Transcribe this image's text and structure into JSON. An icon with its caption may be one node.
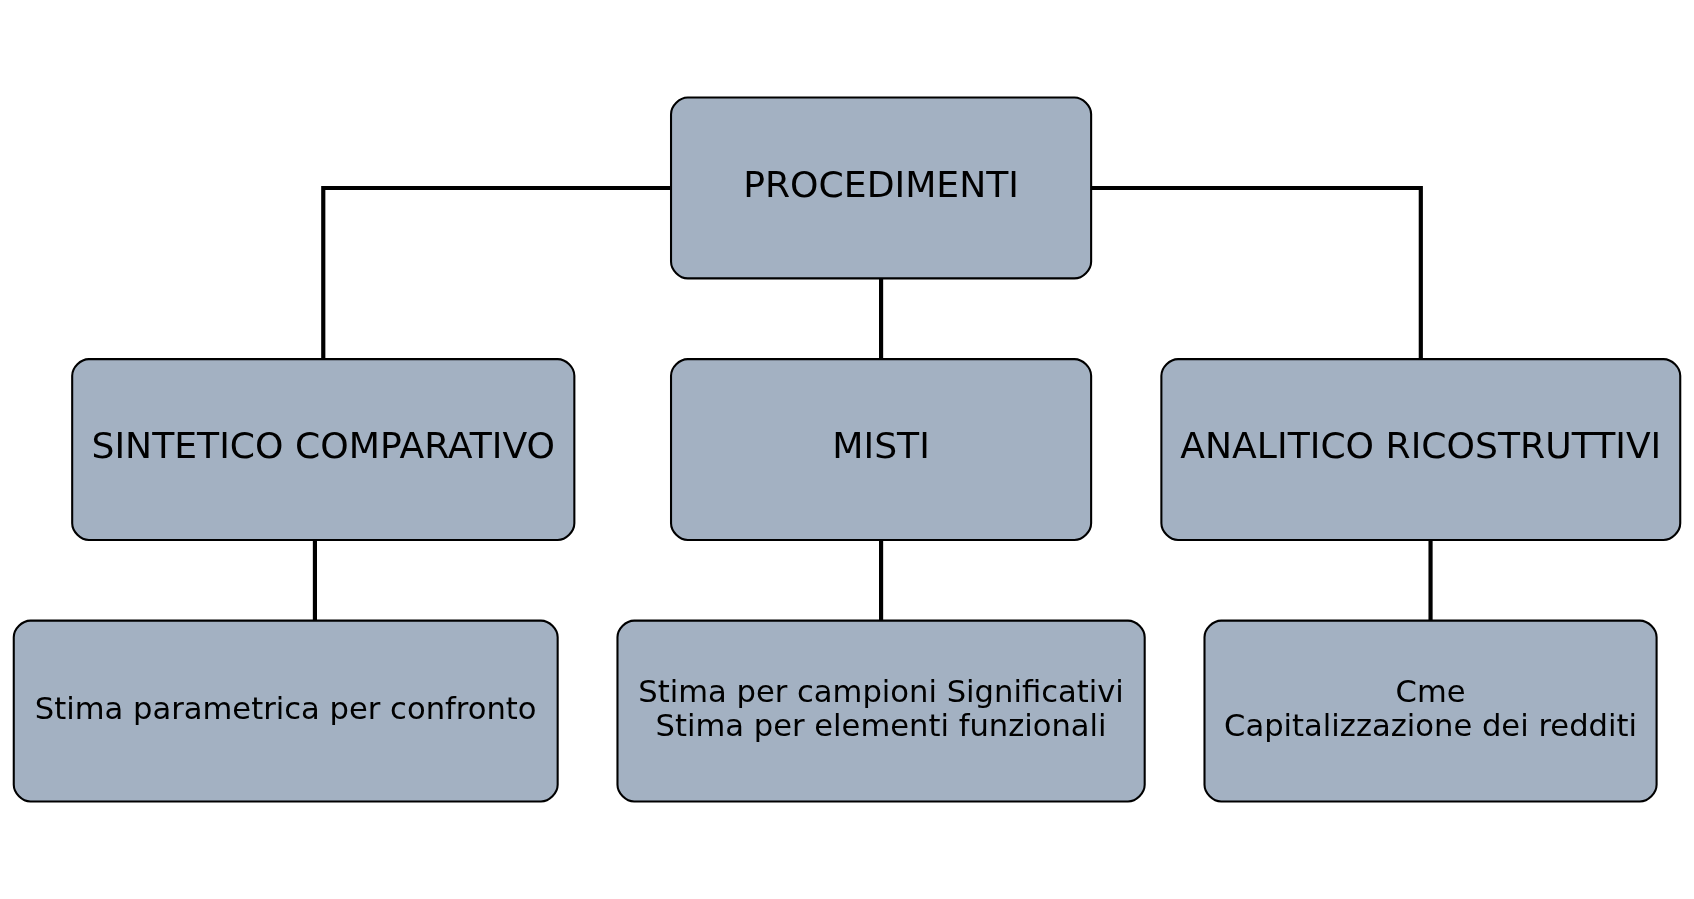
{
  "diagram": {
    "nodes": [
      {
        "text": [
          "PROCEDIMENTI"
        ]
      },
      {
        "text": [
          "SINTETICO COMPARATIVO"
        ]
      },
      {
        "text": [
          "MISTI"
        ]
      },
      {
        "text": [
          "ANALITICO RICOSTRUTTIVI"
        ]
      },
      {
        "text": [
          "Stima parametrica per confronto"
        ]
      },
      {
        "text": [
          "Stima per campioni Significativi",
          "Stima per elementi funzionali"
        ]
      },
      {
        "text": [
          "Cme",
          "Capitalizzazione dei redditi"
        ]
      }
    ],
    "edges": [
      {
        "from": 0,
        "to": 1,
        "arrow": "none"
      },
      {
        "from": 0,
        "to": 2,
        "arrow": "none"
      },
      {
        "from": 0,
        "to": 3,
        "arrow": "none"
      },
      {
        "from": 1,
        "to": 4,
        "arrow": "none"
      },
      {
        "from": 2,
        "to": 5,
        "arrow": "none"
      },
      {
        "from": 3,
        "to": 6,
        "arrow": "none"
      }
    ]
  }
}
